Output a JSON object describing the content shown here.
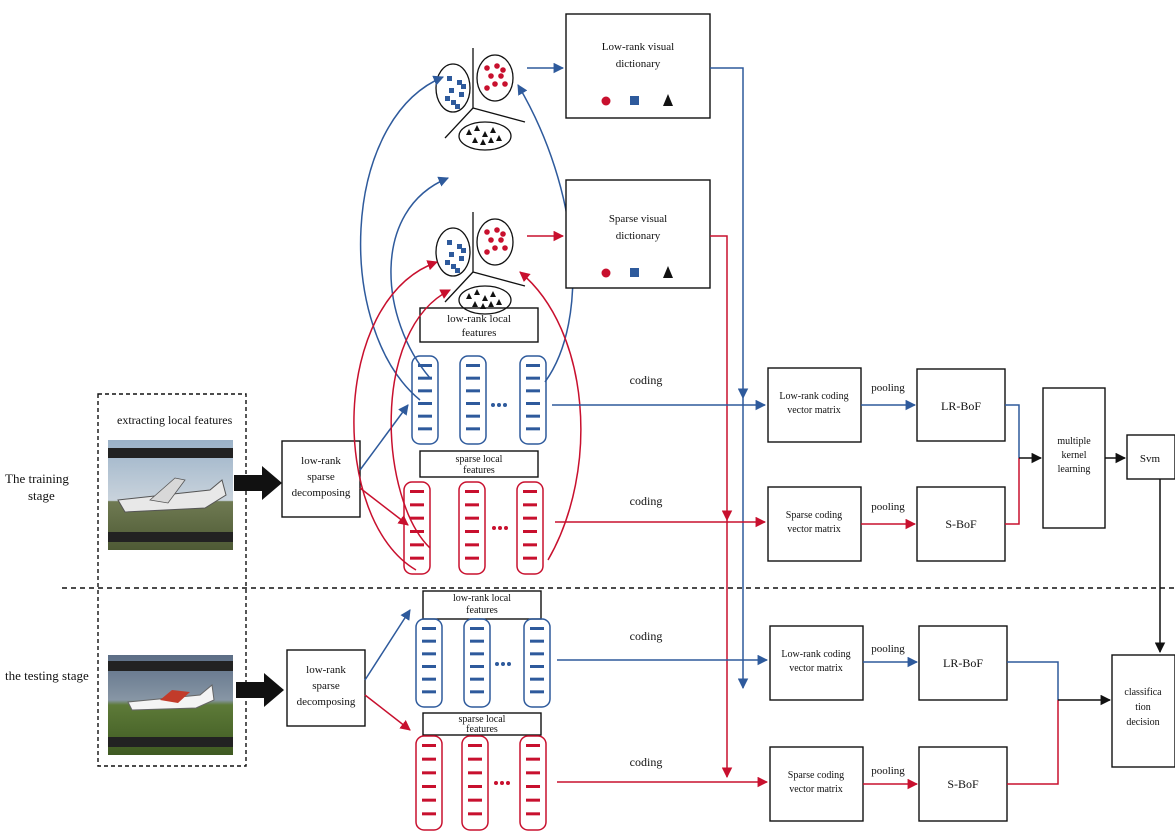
{
  "labels": {
    "training_stage_line1": "The training",
    "training_stage_line2": "stage",
    "testing_stage": "the testing stage",
    "extracting": "extracting local features"
  },
  "decompose": {
    "line1": "low-rank",
    "line2": "sparse",
    "line3": "decomposing"
  },
  "dictionaries": {
    "lowrank_line1": "Low-rank visual",
    "lowrank_line2": "dictionary",
    "sparse_line1": "Sparse visual",
    "sparse_line2": "dictionary"
  },
  "features": {
    "lowrank_line1": "low-rank local",
    "lowrank_line2": "features",
    "sparse_line1": "sparse local",
    "sparse_line2": "features"
  },
  "coding": {
    "label": "coding"
  },
  "coding_matrices": {
    "lowrank_line1": "Low-rank coding",
    "lowrank_line2": "vector matrix",
    "sparse_line1": "Sparse coding",
    "sparse_line2": "vector matrix"
  },
  "pooling": {
    "label": "pooling"
  },
  "bof": {
    "lowrank": "LR-BoF",
    "sparse": "S-BoF"
  },
  "mkl": {
    "line1": "multiple",
    "line2": "kernel",
    "line3": "learning"
  },
  "svm": {
    "label": "Svm"
  },
  "classifier": {
    "line1": "classifica",
    "line2": "tion",
    "line3": "decision"
  },
  "colors": {
    "blue": "#2e5a9c",
    "red": "#c8102e",
    "black": "#111111"
  }
}
